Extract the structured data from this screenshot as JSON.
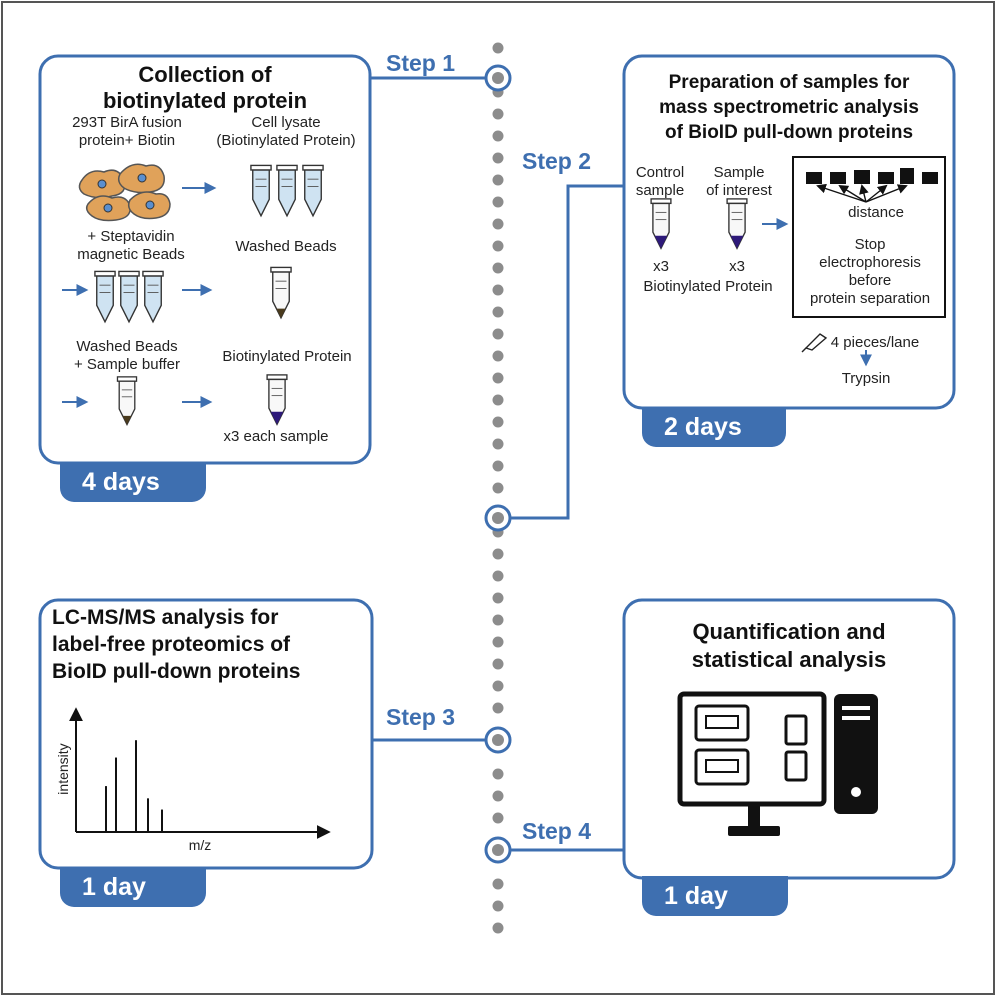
{
  "colors": {
    "accent": "#3e6fb0",
    "frame": "#555555",
    "dots": "#8c8c8c"
  },
  "steps": [
    {
      "label": "Step 1",
      "duration": "4 days",
      "title": "Collection of biotinylated protein"
    },
    {
      "label": "Step 2",
      "duration": "2 days",
      "title": "Preparation of samples for mass spectrometric analysis of BioID pull-down proteins"
    },
    {
      "label": "Step 3",
      "duration": "1 day",
      "title": "LC-MS/MS analysis for label-free proteomics of BioID pull-down proteins"
    },
    {
      "label": "Step 4",
      "duration": "1 day",
      "title": "Quantification and statistical analysis"
    }
  ],
  "box1": {
    "title_line1": "Collection of",
    "title_line2": "biotinylated protein",
    "cells_label_1": "293T BirA fusion",
    "cells_label_2": "protein+ Biotin",
    "lysate_label_1": "Cell lysate",
    "lysate_label_2": "(Biotinylated Protein)",
    "beads_label_1": "+ Steptavidin",
    "beads_label_2": "magnetic Beads",
    "washed_label": "Washed Beads",
    "buffer_label_1": "Washed Beads",
    "buffer_label_2": "+ Sample buffer",
    "biotin_label": "Biotinylated Protein",
    "each_label": "x3 each sample"
  },
  "box2": {
    "title_line1": "Preparation of samples for",
    "title_line2": "mass spectrometric analysis",
    "title_line3": "of BioID pull-down proteins",
    "control_1": "Control",
    "control_2": "sample",
    "interest_1": "Sample",
    "interest_2": "of interest",
    "x3_a": "x3",
    "x3_b": "x3",
    "biotin_protein": "Biotinylated Protein",
    "distance": "distance",
    "stop_1": "Stop",
    "stop_2": "electrophoresis",
    "stop_3": "before",
    "stop_4": "protein separation",
    "pieces": "4 pieces/lane",
    "trypsin": "Trypsin"
  },
  "box3": {
    "title_line1": "LC-MS/MS analysis for",
    "title_line2": "label-free proteomics of",
    "title_line3": "BioID pull-down proteins",
    "chart_data": {
      "type": "bar",
      "xlabel": "m/z",
      "ylabel": "intensity",
      "x": [
        1,
        2,
        3,
        4,
        5
      ],
      "values": [
        45,
        73,
        90,
        33,
        22
      ]
    }
  },
  "box4": {
    "title_line1": "Quantification and",
    "title_line2": "statistical analysis",
    "computer_icon": "computer-icon"
  }
}
